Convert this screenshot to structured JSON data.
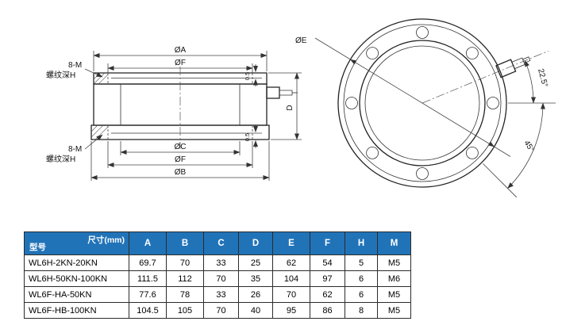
{
  "colors": {
    "header-bg": "#2173b8",
    "table-border": "#2b2b2b",
    "line": "#333333"
  },
  "drawing": {
    "side_view": {
      "dim_a": "ØA",
      "dim_f_top": "ØF",
      "dim_c": "ØC",
      "dim_f_bottom": "ØF",
      "dim_b": "ØB",
      "dim_d": "D",
      "gap_top": "0.5",
      "gap_bottom": "0.5",
      "thread_top_line1": "8-M",
      "thread_top_line2": "螺纹深H",
      "thread_bottom_line1": "8-M",
      "thread_bottom_line2": "螺纹深H"
    },
    "top_view": {
      "dim_e": "ØE",
      "angle_small": "22.5°",
      "angle_large": "45°"
    }
  },
  "table": {
    "corner": {
      "top_right": "尺寸(mm)",
      "bottom_left": "型号"
    },
    "columns": [
      "A",
      "B",
      "C",
      "D",
      "E",
      "F",
      "H",
      "M"
    ],
    "rows": [
      {
        "model": "WL6H-2KN-20KN",
        "values": [
          "69.7",
          "70",
          "33",
          "25",
          "62",
          "54",
          "5",
          "M5"
        ]
      },
      {
        "model": "WL6H-50KN-100KN",
        "values": [
          "111.5",
          "112",
          "70",
          "35",
          "104",
          "97",
          "6",
          "M6"
        ]
      },
      {
        "model": "WL6F-HA-50KN",
        "values": [
          "77.6",
          "78",
          "33",
          "26",
          "70",
          "62",
          "6",
          "M5"
        ]
      },
      {
        "model": "WL6F-HB-100KN",
        "values": [
          "104.5",
          "105",
          "70",
          "40",
          "95",
          "86",
          "8",
          "M5"
        ]
      }
    ]
  }
}
